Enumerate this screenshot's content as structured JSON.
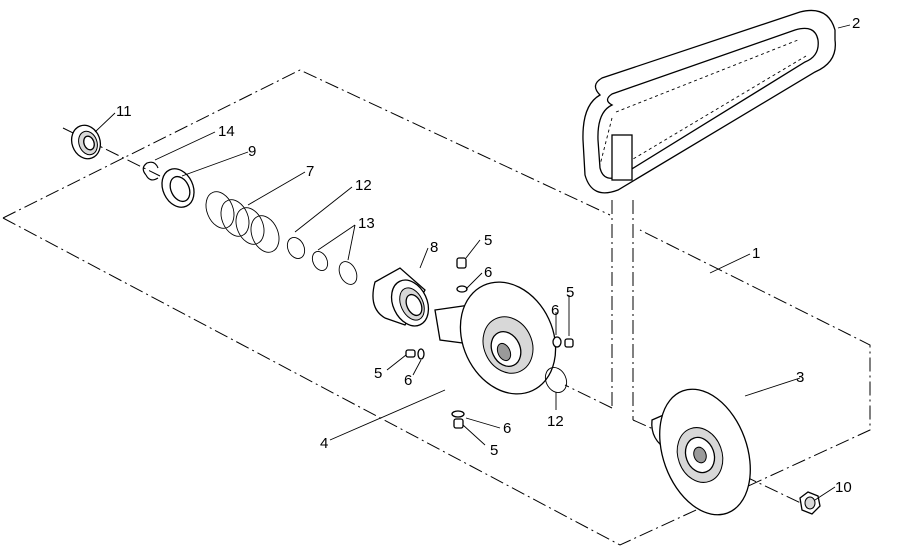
{
  "callouts": [
    {
      "id": "c1",
      "text": "1"
    },
    {
      "id": "c2",
      "text": "2"
    },
    {
      "id": "c3",
      "text": "3"
    },
    {
      "id": "c4",
      "text": "4"
    },
    {
      "id": "c5a",
      "text": "5"
    },
    {
      "id": "c5b",
      "text": "5"
    },
    {
      "id": "c5c",
      "text": "5"
    },
    {
      "id": "c5d",
      "text": "5"
    },
    {
      "id": "c6a",
      "text": "6"
    },
    {
      "id": "c6b",
      "text": "6"
    },
    {
      "id": "c6c",
      "text": "6"
    },
    {
      "id": "c6d",
      "text": "6"
    },
    {
      "id": "c7",
      "text": "7"
    },
    {
      "id": "c8",
      "text": "8"
    },
    {
      "id": "c9",
      "text": "9"
    },
    {
      "id": "c10",
      "text": "10"
    },
    {
      "id": "c11",
      "text": "11"
    },
    {
      "id": "c12a",
      "text": "12"
    },
    {
      "id": "c12b",
      "text": "12"
    },
    {
      "id": "c13",
      "text": "13"
    },
    {
      "id": "c14",
      "text": "14"
    }
  ]
}
